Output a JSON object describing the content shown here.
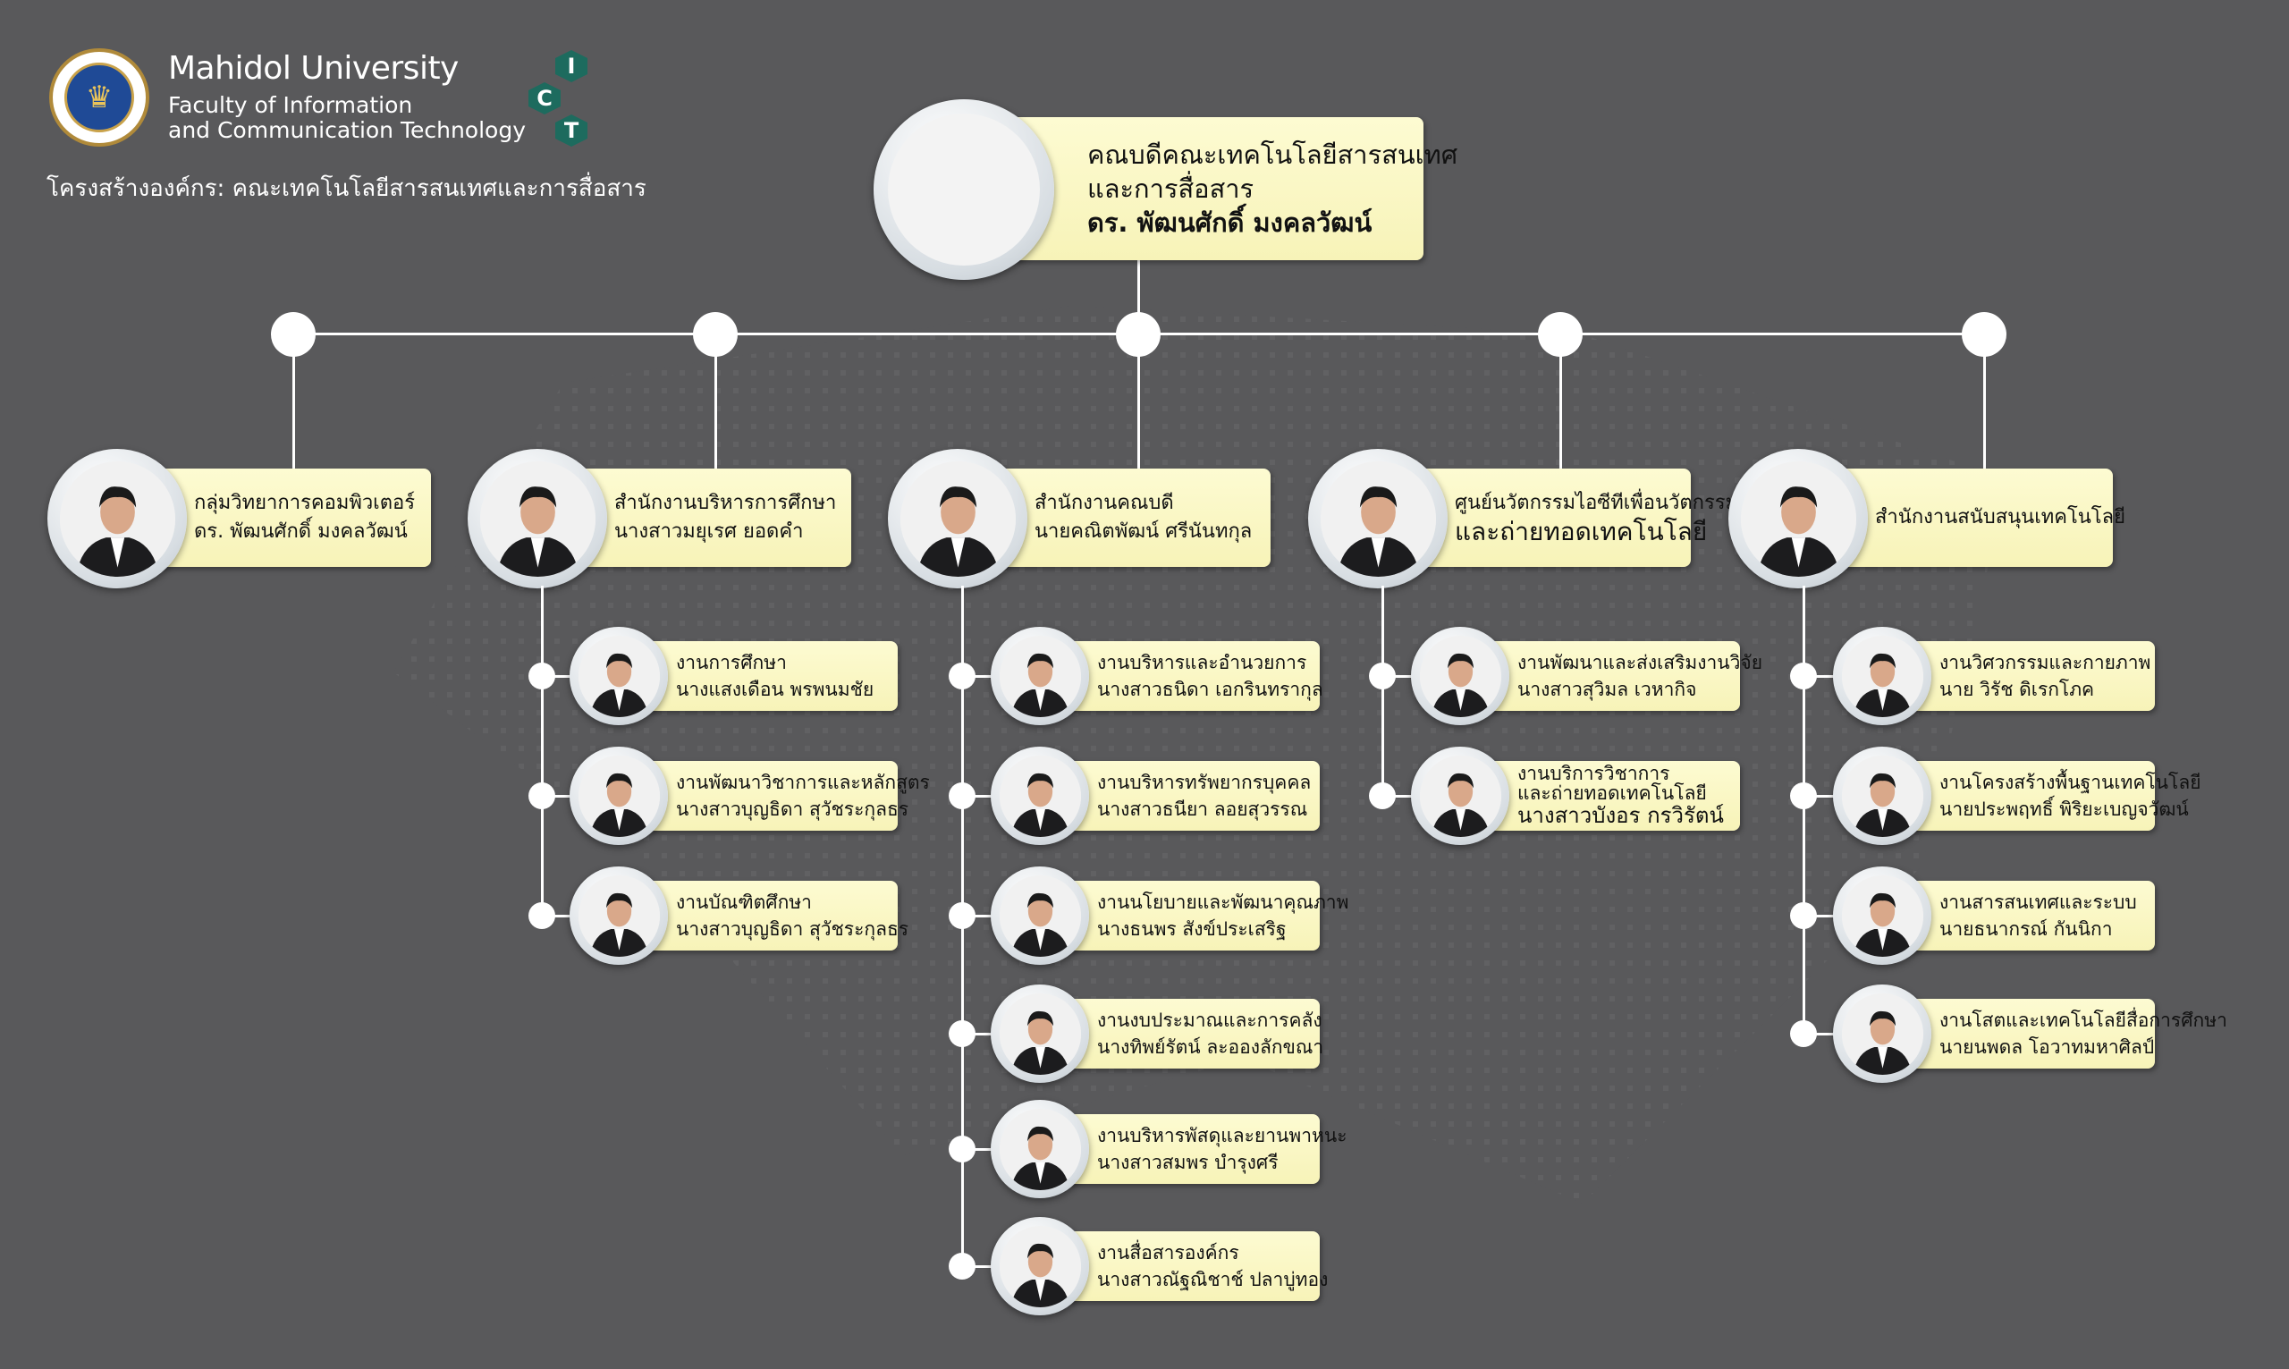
{
  "header": {
    "university": "Mahidol University",
    "faculty_line1": "Faculty of Information",
    "faculty_line2": "and Communication Technology",
    "ict_letters": [
      "I",
      "C",
      "T"
    ],
    "page_title": "โครงสร้างองค์กร: คณะเทคโนโลยีสารสนเทศและการสื่อสาร"
  },
  "dean": {
    "title_line1": "คณบดีคณะเทคโนโลยีสารสนเทศ",
    "title_line2": "และการสื่อสาร",
    "name": "ดร. พัฒนศักดิ์ มงคลวัฒน์"
  },
  "colors": {
    "background": "#59595b",
    "box": "#fdfbd2",
    "line": "#ffffff",
    "ict_green": "#1d6b5e"
  },
  "departments": [
    {
      "title": "กลุ่มวิทยาการคอมพิวเตอร์",
      "name": "ดร. พัฒนศักดิ์ มงคลวัฒน์",
      "subunits": []
    },
    {
      "title": "สำนักงานบริหารการศึกษา",
      "name": "นางสาวมยุเรศ ยอดคำ",
      "subunits": [
        {
          "title": "งานการศึกษา",
          "name": "นางแสงเดือน พรพนมชัย"
        },
        {
          "title": "งานพัฒนาวิชาการและหลักสูตร",
          "name": "นางสาวบุญธิดา สุวัชระกุลธร"
        },
        {
          "title": "งานบัณฑิตศึกษา",
          "name": "นางสาวบุญธิดา สุวัชระกุลธร"
        }
      ]
    },
    {
      "title": "สำนักงานคณบดี",
      "name": "นายคณิตพัฒน์ ศรีนันทกุล",
      "subunits": [
        {
          "title": "งานบริหารและอำนวยการ",
          "name": "นางสาวธนิดา เอกรินทรากุล"
        },
        {
          "title": "งานบริหารทรัพยากรบุคคล",
          "name": "นางสาวธนียา ลอยสุวรรณ"
        },
        {
          "title": "งานนโยบายและพัฒนาคุณภาพ",
          "name": "นางธนพร สังข์ประเสริฐ"
        },
        {
          "title": "งานงบประมาณและการคลัง",
          "name": "นางทิพย์รัตน์ ละอองลักขณา"
        },
        {
          "title": "งานบริหารพัสดุและยานพาหนะ",
          "name": "นางสาวสมพร บำรุงศรี"
        },
        {
          "title": "งานสื่อสารองค์กร",
          "name": "นางสาวณัฐณิชาช์ ปลาบู่ทอง"
        }
      ]
    },
    {
      "title": "ศูนย์นวัตกรรมไอซีทีเพื่อนวัตกรรม",
      "name": "และถ่ายทอดเทคโนโลยี",
      "subunits": [
        {
          "title": "งานพัฒนาและส่งเสริมงานวิจัย",
          "name": "นางสาวสุวิมล เวหากิจ"
        },
        {
          "title": "งานบริการวิชาการ",
          "title2": "และถ่ายทอดเทคโนโลยี",
          "name": "นางสาวบังอร กรวิรัตน์"
        }
      ]
    },
    {
      "title": "สำนักงานสนับสนุนเทคโนโลยี",
      "subunits": [
        {
          "title": "งานวิศวกรรมและกายภาพ",
          "name": "นาย วิรัช ดิเรกโภค"
        },
        {
          "title": "งานโครงสร้างพื้นฐานเทคโนโลยี",
          "name": "นายประพฤทธิ์ พิริยะเบญจวัฒน์"
        },
        {
          "title": "งานสารสนเทศและระบบ",
          "name": "นายธนากรณ์ กันนิกา"
        },
        {
          "title": "งานโสตและเทคโนโลยีสื่อการศึกษา",
          "name": "นายนพดล โอวาทมหาศิลป์"
        }
      ]
    }
  ]
}
